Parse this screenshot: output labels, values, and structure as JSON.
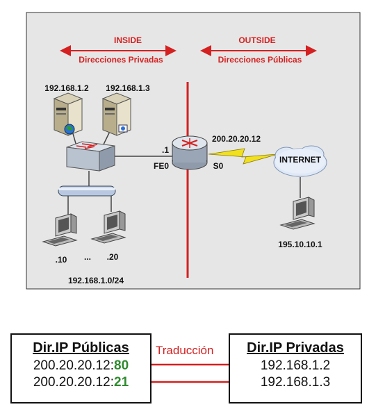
{
  "diagram": {
    "inside_title": "INSIDE",
    "inside_sub": "Direcciones Privadas",
    "outside_title": "OUTSIDE",
    "outside_sub": "Direcciones Públicas",
    "server1_ip": "192.168.1.2",
    "server2_ip": "192.168.1.3",
    "router_if_ip": ".1",
    "router_fe": "FE0",
    "router_s": "S0",
    "public_ip": "200.20.20.12",
    "internet_label": "INTERNET",
    "remote_ip": "195.10.10.1",
    "pc1_ip": ".10",
    "dots": "...",
    "pc2_ip": ".20",
    "network": "192.168.1.0/24"
  },
  "nat_table": {
    "public_header": "Dir.IP Públicas",
    "private_header": "Dir.IP Privadas",
    "translation_label": "Traducción",
    "rows": [
      {
        "public_ip": "200.20.20.12:",
        "port": "80",
        "private_ip": "192.168.1.2"
      },
      {
        "public_ip": "200.20.20.12:",
        "port": "21",
        "private_ip": "192.168.1.3"
      }
    ]
  },
  "colors": {
    "accent_red": "#d42020",
    "port_green": "#2e8b2e",
    "diagram_bg": "#e6e6e6",
    "lightning": "#f0e020"
  }
}
